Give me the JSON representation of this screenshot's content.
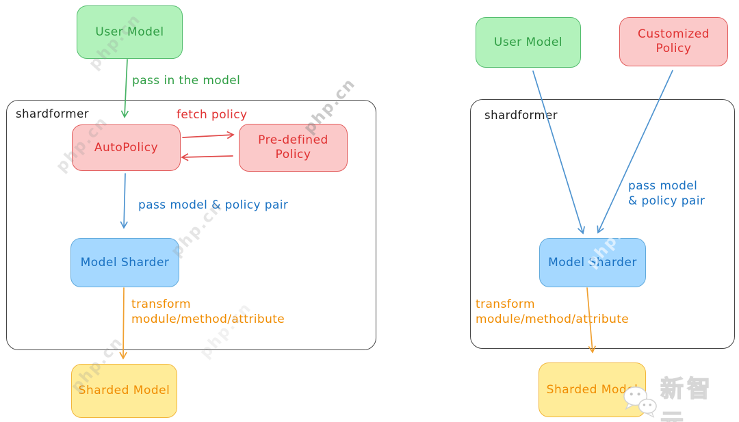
{
  "colors": {
    "green_fill": "#b2f2bb",
    "green_stroke": "#54bd6e",
    "green_text": "#2f9e44",
    "green_arrow": "#47b365",
    "red_fill": "#fbc9c9",
    "red_stroke": "#e25c5c",
    "red_text": "#e03131",
    "red_arrow": "#e14b4b",
    "blue_fill": "#a5d8ff",
    "blue_stroke": "#62aadc",
    "blue_text": "#1971c2",
    "blue_arrow": "#4f94d0",
    "yellow_fill": "#ffec99",
    "yellow_stroke": "#f2b63c",
    "yellow_text": "#f08c00",
    "orange_arrow": "#f0a030",
    "container_stroke": "#454545",
    "label_text": "#1d1d1d"
  },
  "left": {
    "user_model": "User Model",
    "pass_in_label": "pass in the model",
    "container_label": "shardformer",
    "fetch_policy_label": "fetch policy",
    "autopolicy": "AutoPolicy",
    "predefined_1": "Pre-defined",
    "predefined_2": "Policy",
    "pass_pair_label": "pass model & policy pair",
    "model_sharder": "Model Sharder",
    "transform_1": "transform",
    "transform_2": "module/method/attribute",
    "sharded_model": "Sharded Model"
  },
  "right": {
    "user_model": "User Model",
    "customized_1": "Customized",
    "customized_2": "Policy",
    "container_label": "shardformer",
    "pass_pair_1": "pass model",
    "pass_pair_2": "& policy pair",
    "model_sharder": "Model Sharder",
    "transform_1": "transform",
    "transform_2": "module/method/attribute",
    "sharded_model": "Sharded Model"
  },
  "watermark_text": "php.cn",
  "logo_text": "新智元"
}
